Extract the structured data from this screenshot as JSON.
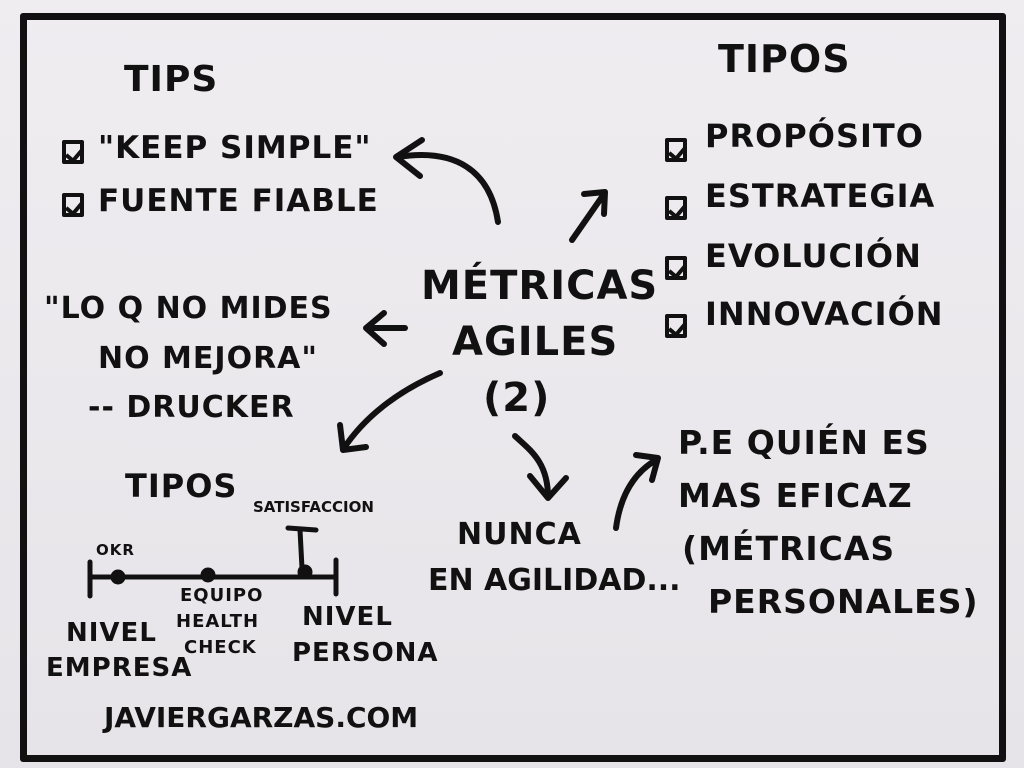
{
  "center": {
    "line1": "MÉTRICAS",
    "line2": "AGILES",
    "line3": "(2)"
  },
  "tips": {
    "title": "TIPS",
    "items": [
      "\"KEEP SIMPLE\"",
      "FUENTE FIABLE"
    ]
  },
  "tipos_right": {
    "title": "TIPOS",
    "items": [
      "PROPÓSITO",
      "ESTRATEGIA",
      "EVOLUCIÓN",
      "INNOVACIÓN"
    ]
  },
  "quote": {
    "line1": "\"LO Q NO MIDES",
    "line2": "NO MEJORA\"",
    "line3": "-- DRUCKER"
  },
  "tipos_left": {
    "title": "TIPOS",
    "marker_okr": "OKR",
    "marker_satisfaccion": "SATISFACCION",
    "marker_equipo_line1": "EQUIPO",
    "marker_equipo_line2": "HEALTH",
    "marker_equipo_line3": "CHECK",
    "nivel_empresa_line1": "NIVEL",
    "nivel_empresa_line2": "EMPRESA",
    "nivel_persona_line1": "NIVEL",
    "nivel_persona_line2": "PERSONA"
  },
  "nunca": {
    "line1": "NUNCA",
    "line2": "EN AGILIDAD..."
  },
  "ejemplo": {
    "line1": "P.E QUIÉN ES",
    "line2": "MAS EFICAZ",
    "line3": "(MÉTRICAS",
    "line4": "PERSONALES)"
  },
  "signature": "JAVIERGARZAS.COM"
}
